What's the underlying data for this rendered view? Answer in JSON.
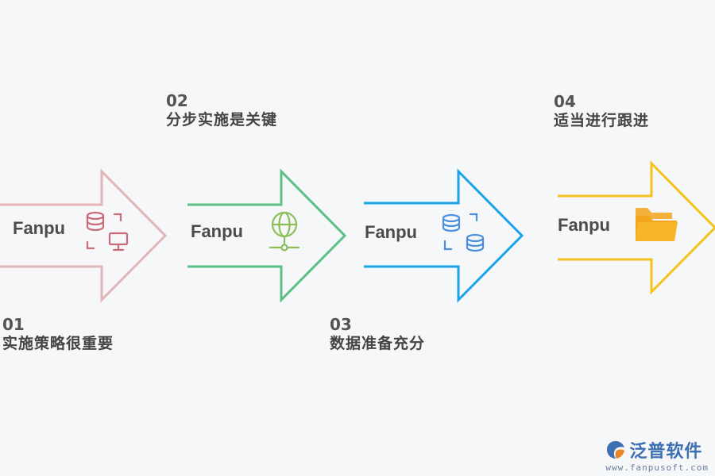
{
  "steps": [
    {
      "num": "01",
      "title": "实施策略很重要",
      "brand": "Fanpu",
      "color": "#e2b5b8",
      "icon_color": "#c96b78",
      "icon": "database-monitor-icon"
    },
    {
      "num": "02",
      "title": "分步实施是关键",
      "brand": "Fanpu",
      "color": "#5bbf86",
      "icon_color": "#8cbf5a",
      "icon": "globe-network-icon"
    },
    {
      "num": "03",
      "title": "数据准备充分",
      "brand": "Fanpu",
      "color": "#1aa3e8",
      "icon_color": "#4a8fe0",
      "icon": "database-sync-icon"
    },
    {
      "num": "04",
      "title": "适当进行跟进",
      "brand": "Fanpu",
      "color": "#f5c21b",
      "icon_color": "#f3a51d",
      "icon": "folder-icon"
    }
  ],
  "logo": {
    "name": "泛普软件",
    "url": "www.fanpusoft.com"
  }
}
